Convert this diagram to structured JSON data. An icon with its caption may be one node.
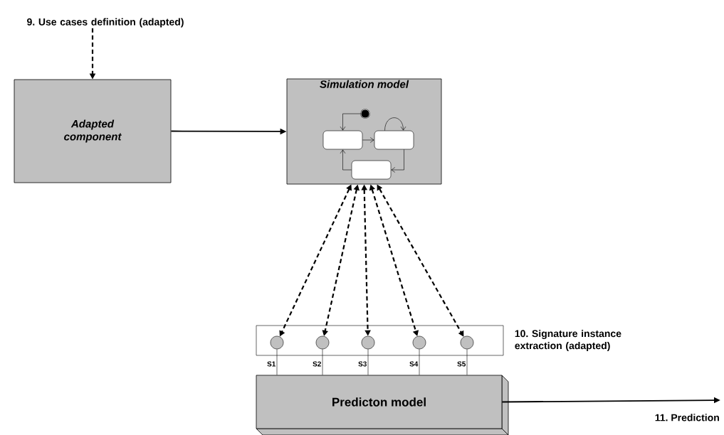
{
  "diagram": {
    "nodes": [
      {
        "text": [
          "9. Use cases definition (adapted)"
        ]
      },
      {
        "text": [
          "Adapted component"
        ]
      },
      {
        "text": [
          "Simulation model"
        ]
      },
      {
        "text": [],
        "shape": "circle",
        "in": 2
      },
      {
        "text": [],
        "shape": "box",
        "in": 2
      },
      {
        "text": [],
        "shape": "box",
        "in": 2
      },
      {
        "text": [],
        "shape": "box",
        "in": 2
      },
      {
        "text": [
          "10. Signature instance extraction (adapted)"
        ]
      },
      {
        "text": [],
        "shape": "circle",
        "in": 7,
        "beside": [
          "S1"
        ]
      },
      {
        "text": [],
        "shape": "circle",
        "in": 7,
        "beside": [
          "S2"
        ]
      },
      {
        "text": [],
        "shape": "circle",
        "in": 7,
        "beside": [
          "S3"
        ]
      },
      {
        "text": [],
        "shape": "circle",
        "in": 7,
        "beside": [
          "S4"
        ]
      },
      {
        "text": [],
        "shape": "circle",
        "in": 7,
        "beside": [
          "S5"
        ]
      },
      {
        "text": [
          "Predicton model"
        ]
      }
    ],
    "edges": [
      {
        "from": 0,
        "to": 1,
        "arrow": "to",
        "style": "dashed"
      },
      {
        "from": 1,
        "to": 2,
        "arrow": "to"
      },
      {
        "from": 3,
        "to": 4,
        "arrow": "to"
      },
      {
        "from": 4,
        "to": 5,
        "arrow": "to"
      },
      {
        "from": 5,
        "to": 5,
        "arrow": "to"
      },
      {
        "from": 5,
        "to": 6,
        "arrow": "to"
      },
      {
        "from": 6,
        "to": 4,
        "arrow": "to"
      },
      {
        "from": 2,
        "to": 8,
        "arrow": "both",
        "style": "dashed"
      },
      {
        "from": 2,
        "to": 9,
        "arrow": "both",
        "style": "dashed"
      },
      {
        "from": 2,
        "to": 10,
        "arrow": "both",
        "style": "dashed"
      },
      {
        "from": 2,
        "to": 11,
        "arrow": "both",
        "style": "dashed"
      },
      {
        "from": 2,
        "to": 12,
        "arrow": "both",
        "style": "dashed"
      },
      {
        "from": 8,
        "to": 13,
        "arrow": "none"
      },
      {
        "from": 9,
        "to": 13,
        "arrow": "none"
      },
      {
        "from": 10,
        "to": 13,
        "arrow": "none"
      },
      {
        "from": 11,
        "to": 13,
        "arrow": "none"
      },
      {
        "from": 12,
        "to": 13,
        "arrow": "none"
      },
      {
        "from": 13,
        "to": null,
        "arrow": "to",
        "label": "11. Prediction"
      }
    ]
  }
}
